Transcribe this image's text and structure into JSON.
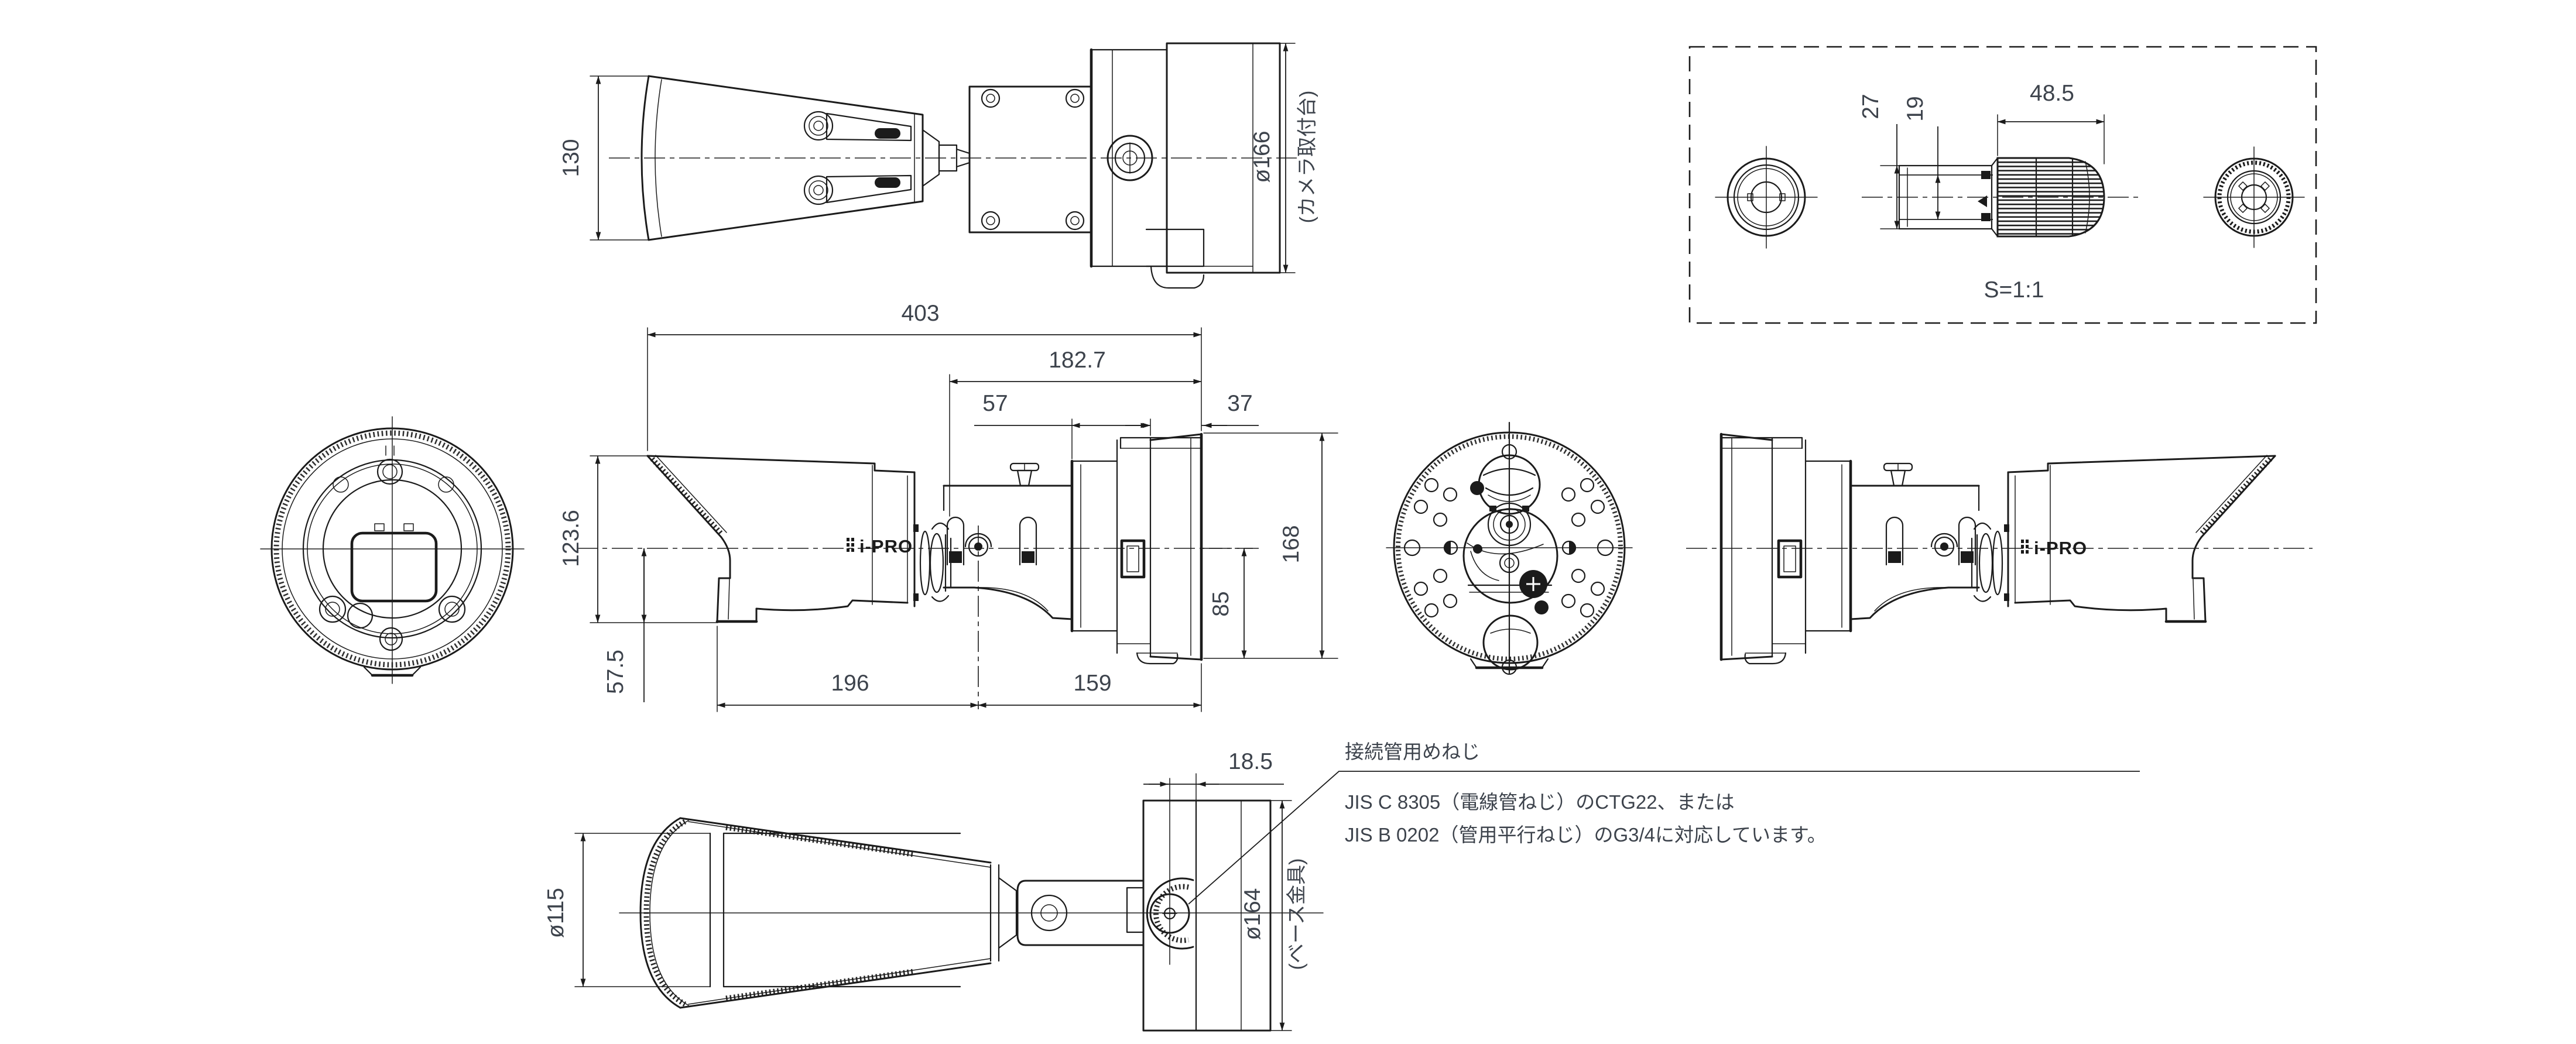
{
  "drawing": {
    "background": "#ffffff",
    "line_color": "#1b1b1b",
    "text_color": "#3d434c"
  },
  "top_view": {
    "width": "130",
    "base_diameter": "ø166",
    "base_label": "(カメラ取付台)"
  },
  "detail_view": {
    "height": "27",
    "inner_height": "19",
    "length": "48.5",
    "scale": "S=1:1"
  },
  "side_view": {
    "overall_length": "403",
    "hinge_to_back": "182.7",
    "plate_to_base_front": "57",
    "base_depth": "37",
    "camera_height": "123.6",
    "axis_to_camera_bottom": "57.5",
    "front_to_pivot": "196",
    "pivot_to_base_back": "159",
    "axis_to_base_bottom": "85",
    "base_height": "168",
    "logo": "i-PRO"
  },
  "right_side_view": {
    "logo": "i-PRO"
  },
  "bottom_view": {
    "lens_diameter": "ø115",
    "conduit_offset": "18.5",
    "base_diameter": "ø164",
    "base_label": "(ベース金具)"
  },
  "note": {
    "label": "接続管用めねじ",
    "line1": "JIS C 8305（電線管ねじ）のCTG22、または",
    "line2": "JIS B 0202（管用平行ねじ）のG3/4に対応しています。"
  }
}
